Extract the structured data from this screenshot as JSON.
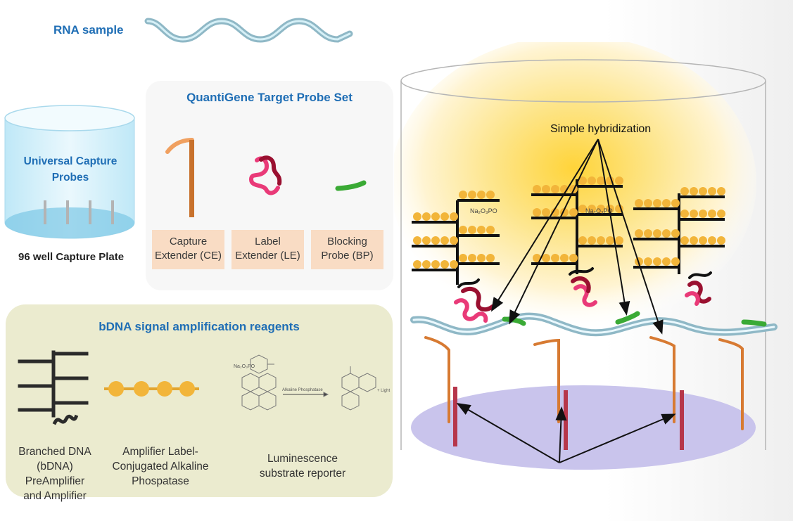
{
  "rna": {
    "title": "RNA sample"
  },
  "capture_plate": {
    "probe_label_line1": "Universal Capture",
    "probe_label_line2": "Probes",
    "plate_caption": "96 well Capture Plate"
  },
  "probe_set": {
    "title": "QuantiGene Target Probe Set",
    "items": [
      {
        "line1": "Capture",
        "line2": "Extender (CE)",
        "color": "#e08a3c"
      },
      {
        "line1": "Label",
        "line2": "Extender (LE)",
        "color": "#e0245e"
      },
      {
        "line1": "Blocking",
        "line2": "Probe (BP)",
        "color": "#3aaa35"
      }
    ]
  },
  "bdna": {
    "title": "bDNA signal amplification reagents",
    "items": [
      {
        "line1": "Branched DNA",
        "line2": "(bDNA) PreAmplifier",
        "line3": "and  Amplifier"
      },
      {
        "line1": "Amplifier Label-",
        "line2": "Conjugated Alkaline",
        "line3": "Phospatase"
      },
      {
        "line1": "Luminescence",
        "line2": "substrate reporter"
      }
    ],
    "chemistry": {
      "reactant_formula": "Na₂O₃PO",
      "reagent_label": "Alkaline Phosphatase",
      "product_extra": "+ Light"
    }
  },
  "well": {
    "annotation": "Simple hybridization",
    "chem_labels": [
      "Na₂O₃PO",
      "Na₂O₃PO"
    ]
  },
  "colors": {
    "title_blue": "#1f6eb5",
    "bead_gold": "#f2b53a",
    "panel_green": "#ecebcf",
    "plate_purple": "#c9c4ec"
  }
}
